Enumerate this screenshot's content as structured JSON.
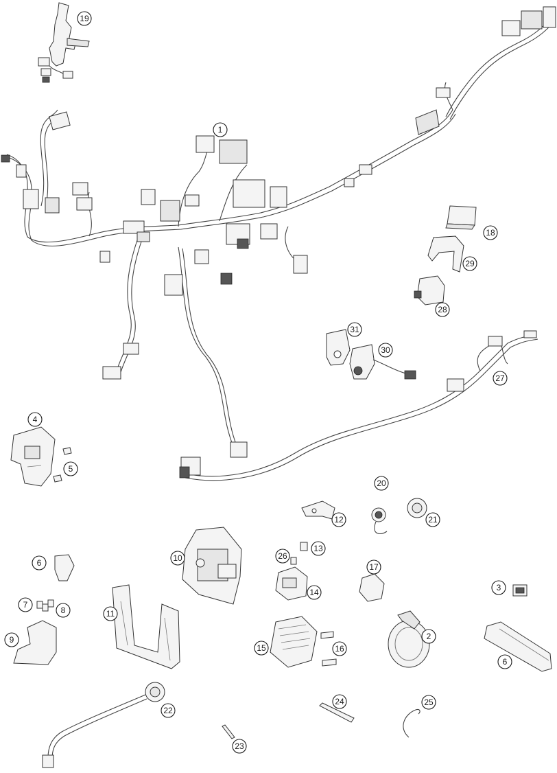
{
  "callouts": [
    {
      "id": "c19",
      "label": "19"
    },
    {
      "id": "c1",
      "label": "1"
    },
    {
      "id": "c18",
      "label": "18"
    },
    {
      "id": "c29",
      "label": "29"
    },
    {
      "id": "c28",
      "label": "28"
    },
    {
      "id": "c31",
      "label": "31"
    },
    {
      "id": "c30",
      "label": "30"
    },
    {
      "id": "c27",
      "label": "27"
    },
    {
      "id": "c4",
      "label": "4"
    },
    {
      "id": "c5",
      "label": "5"
    },
    {
      "id": "c20",
      "label": "20"
    },
    {
      "id": "c12",
      "label": "12"
    },
    {
      "id": "c21",
      "label": "21"
    },
    {
      "id": "c13",
      "label": "13"
    },
    {
      "id": "c10",
      "label": "10"
    },
    {
      "id": "c26",
      "label": "26"
    },
    {
      "id": "c6a",
      "label": "6"
    },
    {
      "id": "c17",
      "label": "17"
    },
    {
      "id": "c14",
      "label": "14"
    },
    {
      "id": "c3",
      "label": "3"
    },
    {
      "id": "c7",
      "label": "7"
    },
    {
      "id": "c8",
      "label": "8"
    },
    {
      "id": "c11",
      "label": "11"
    },
    {
      "id": "c2",
      "label": "2"
    },
    {
      "id": "c9",
      "label": "9"
    },
    {
      "id": "c15",
      "label": "15"
    },
    {
      "id": "c16",
      "label": "16"
    },
    {
      "id": "c6b",
      "label": "6"
    },
    {
      "id": "c22",
      "label": "22"
    },
    {
      "id": "c24",
      "label": "24"
    },
    {
      "id": "c25",
      "label": "25"
    },
    {
      "id": "c23",
      "label": "23"
    }
  ]
}
